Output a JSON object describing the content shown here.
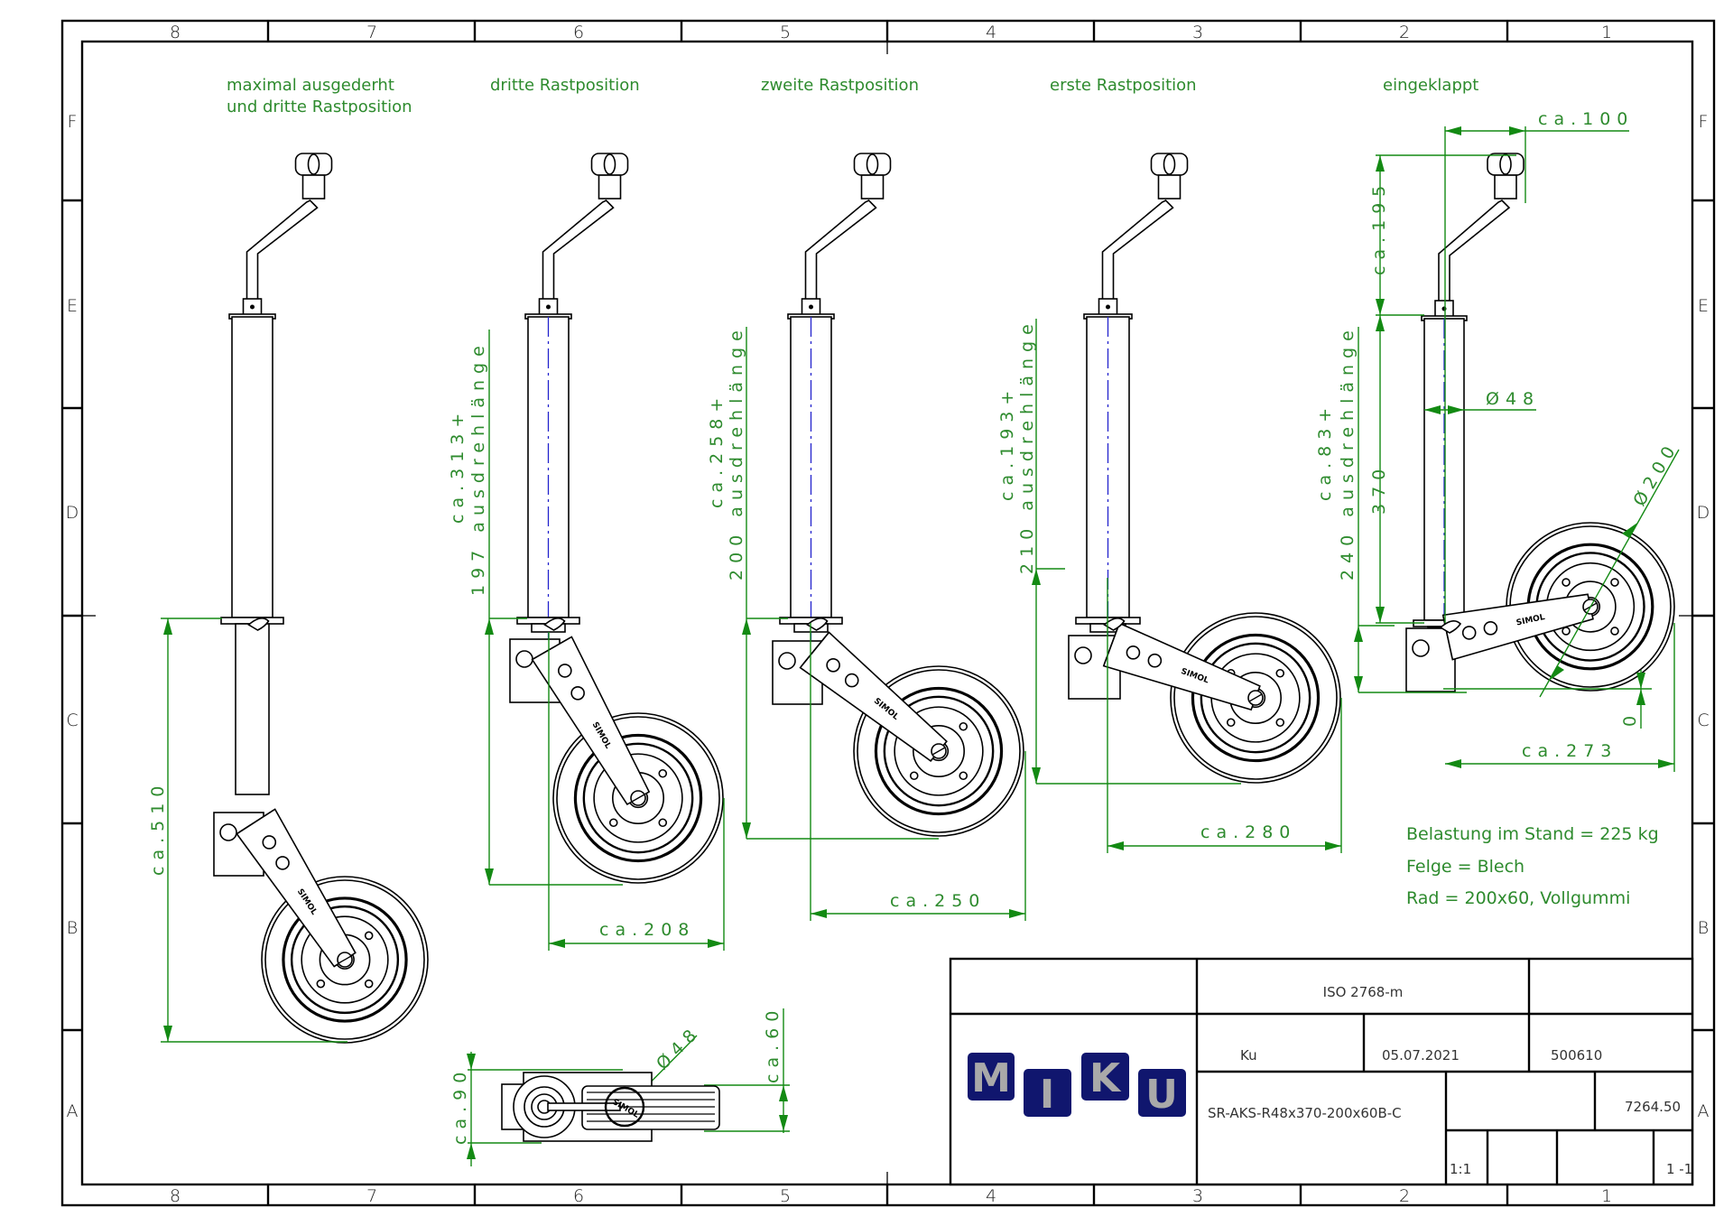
{
  "sheet": {
    "column_labels": [
      "8",
      "7",
      "6",
      "5",
      "4",
      "3",
      "2",
      "1"
    ],
    "row_labels": [
      "F",
      "E",
      "D",
      "C",
      "B",
      "A"
    ]
  },
  "views": [
    {
      "title_lines": [
        "maximal ausgederht",
        "und dritte Rastposition"
      ],
      "dims": {
        "height": "ca.510"
      }
    },
    {
      "title_lines": [
        "dritte Rastposition"
      ],
      "dims": {
        "ext_line1": "ca.313+",
        "ext_line2": "197 ausdrehlänge",
        "width": "ca.208"
      }
    },
    {
      "title_lines": [
        "zweite Rastposition"
      ],
      "dims": {
        "ext_line1": "ca.258+",
        "ext_line2": "200 ausdrehlänge",
        "width": "ca.250"
      }
    },
    {
      "title_lines": [
        "erste Rastposition"
      ],
      "dims": {
        "ext_line1": "ca.193+",
        "ext_line2": "210 ausdrehlänge",
        "width": "ca.280"
      }
    },
    {
      "title_lines": [
        "eingeklappt"
      ],
      "dims": {
        "crank_offset": "ca.100",
        "crank_height": "ca.195",
        "ext_line1": "ca.83+",
        "ext_line2": "240 ausdrehlänge",
        "tube_length": "370",
        "tube_diameter": "Ø48",
        "wheel_diameter": "Ø200",
        "ground_offset": "0",
        "width": "ca.273"
      }
    }
  ],
  "top_view": {
    "dims": {
      "width": "ca.90",
      "wheel_width": "ca.60",
      "diameter": "Ø48"
    }
  },
  "notes": [
    "Belastung im Stand = 225 kg",
    "Felge = Blech",
    "Rad = 200x60, Vollgummi"
  ],
  "wheel_marking": "SIMOL",
  "title_block": {
    "logo_letters": [
      "M",
      "I",
      "K",
      "U"
    ],
    "tolerance_standard": "ISO 2768-m",
    "drawn_by": "Ku",
    "date": "05.07.2021",
    "drawing_number": "500610",
    "part_name": "SR-AKS-R48x370-200x60B-C",
    "article_number": "7264.50",
    "scale": "1:1",
    "sheet": "1 -1"
  },
  "colors": {
    "dimension": "#138a13",
    "centerline": "#2222cc",
    "logo_tile": "#10166e",
    "logo_letter": "#a9a9a9"
  }
}
